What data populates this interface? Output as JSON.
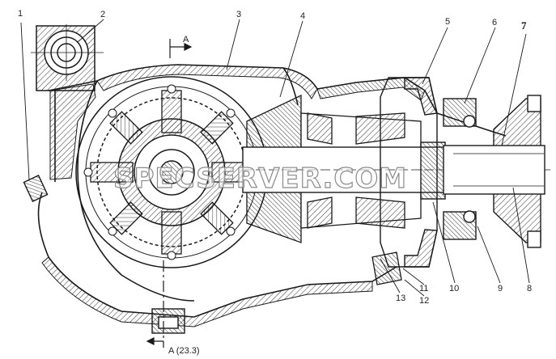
{
  "figure": {
    "background": "#ffffff",
    "ink_color": "#1a1a1a",
    "hatch_color": "#333333",
    "watermark_color": "#8a8a8a"
  },
  "callouts": [
    "1",
    "2",
    "3",
    "4",
    "5",
    "6",
    "7",
    "8",
    "9",
    "10",
    "11",
    "12",
    "13"
  ],
  "section": {
    "top_label": "A",
    "bottom_label": "A (23.3)"
  },
  "watermark": "SPECSERVER.COM"
}
